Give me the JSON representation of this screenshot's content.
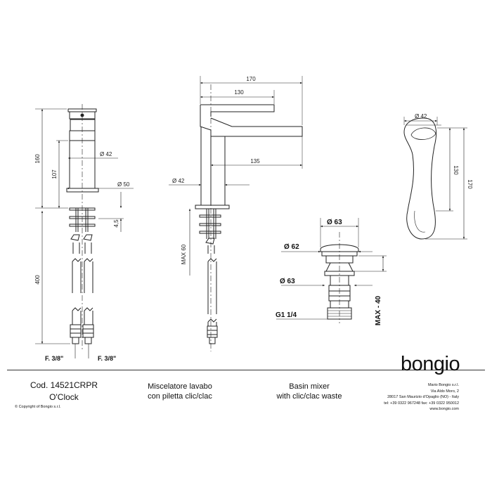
{
  "drawing": {
    "front_view": {
      "dims": {
        "total_height": "160",
        "body_height": "107",
        "diam_body": "Ø 42",
        "diam_base": "Ø 50",
        "fix_height": "4,5",
        "hose_length": "400"
      },
      "connections": {
        "left": "F. 3/8\"",
        "right": "F. 3/8\""
      }
    },
    "side_view": {
      "dims": {
        "overall_length": "170",
        "spout_length": "130",
        "reach": "135",
        "diam_body": "Ø 42",
        "max_thickness": "MAX 60"
      }
    },
    "top_view": {
      "dims": {
        "diam_handle": "Ø 42",
        "handle_length": "130",
        "overall_length": "170"
      }
    },
    "waste": {
      "dims": {
        "diam_top": "Ø 63",
        "diam_cap": "Ø 62",
        "diam_flange": "Ø 63",
        "thread": "G1 1/4",
        "max_thickness": "MAX - 40"
      }
    }
  },
  "footer": {
    "code": "Cod. 14521CRPR",
    "product_name": "O'Clock",
    "copyright": "© Copyright of Bongio s.r.l.",
    "description_it": [
      "Miscelatore lavabo",
      "con piletta clic/clac"
    ],
    "description_en": [
      "Basin mixer",
      "with clic/clac waste"
    ],
    "logo": "bongio",
    "company": {
      "name": "Mario Bongio s.r.l.",
      "street": "Via Aldo Moro, 2",
      "city": "28017 San Maurizio d'Opaglio (NO) - Italy",
      "phone_fax": "tel: +39 0322 967248    fax: +39 0322 950012",
      "website": "www.bongio.com"
    }
  }
}
